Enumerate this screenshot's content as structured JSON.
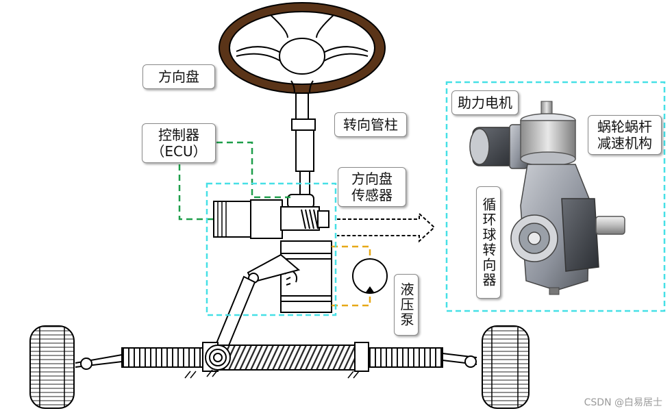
{
  "labels": {
    "steering_wheel": "方向盘",
    "controller_line1": "控制器",
    "controller_line2": "（ECU）",
    "steering_column": "转向管柱",
    "wheel_sensor_line1": "方向盘",
    "wheel_sensor_line2": "传感器",
    "hydraulic_pump": "液压泵",
    "assist_motor": "助力电机",
    "worm_line1": "蜗轮蜗杆",
    "worm_line2": "减速机构",
    "ball_screw_gear": "循环球转向器"
  },
  "watermark": "CSDN @白易居士",
  "colors": {
    "wheel_rim": "#5a3418",
    "ecu_line": "#1e9e4a",
    "pump_line": "#e6a817",
    "callout_box": "#46e0e6"
  }
}
